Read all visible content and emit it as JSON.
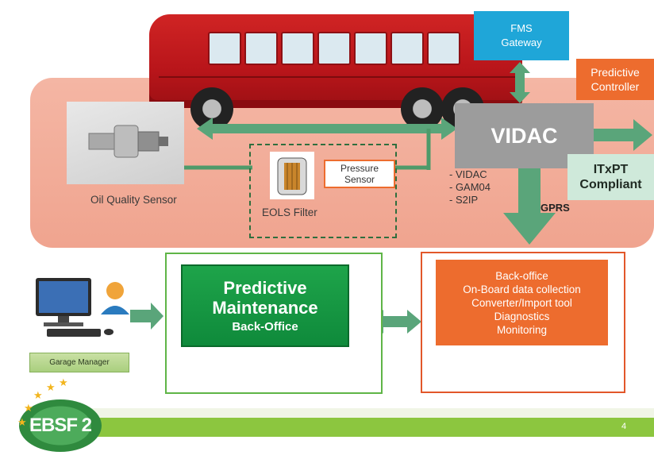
{
  "fms_gateway": {
    "line1": "FMS",
    "line2": "Gateway"
  },
  "predictive_controller": {
    "line1": "Predictive",
    "line2": "Controller"
  },
  "vidac": {
    "label": "VIDAC"
  },
  "vidac_list": [
    "- VIDAC",
    "- GAM04",
    "- S2IP"
  ],
  "gprs": "GPRS",
  "itxpt": {
    "line1": "ITxPT",
    "line2": "Compliant"
  },
  "oil_quality_sensor": "Oil Quality Sensor",
  "pressure_sensor": {
    "line1": "Pressure",
    "line2": "Sensor"
  },
  "eols_filter": "EOLS Filter",
  "pm_backoffice": {
    "line1": "Predictive",
    "line2": "Maintenance",
    "line3": "Back-Office"
  },
  "backoffice_list": [
    "Back-office",
    "On-Board data collection",
    "Converter/Import tool",
    "Diagnostics",
    "Monitoring"
  ],
  "garage_manager": "Garage Manager",
  "page_number": "4",
  "logo_text": "EBSF 2",
  "colors": {
    "green_arrow": "#5aa57a",
    "pm_green": "#1ea44a",
    "orange": "#ed6c2e",
    "blue": "#1fa6d8",
    "vidac_gray": "#9c9c9c",
    "footer_green": "#8cc63f"
  }
}
